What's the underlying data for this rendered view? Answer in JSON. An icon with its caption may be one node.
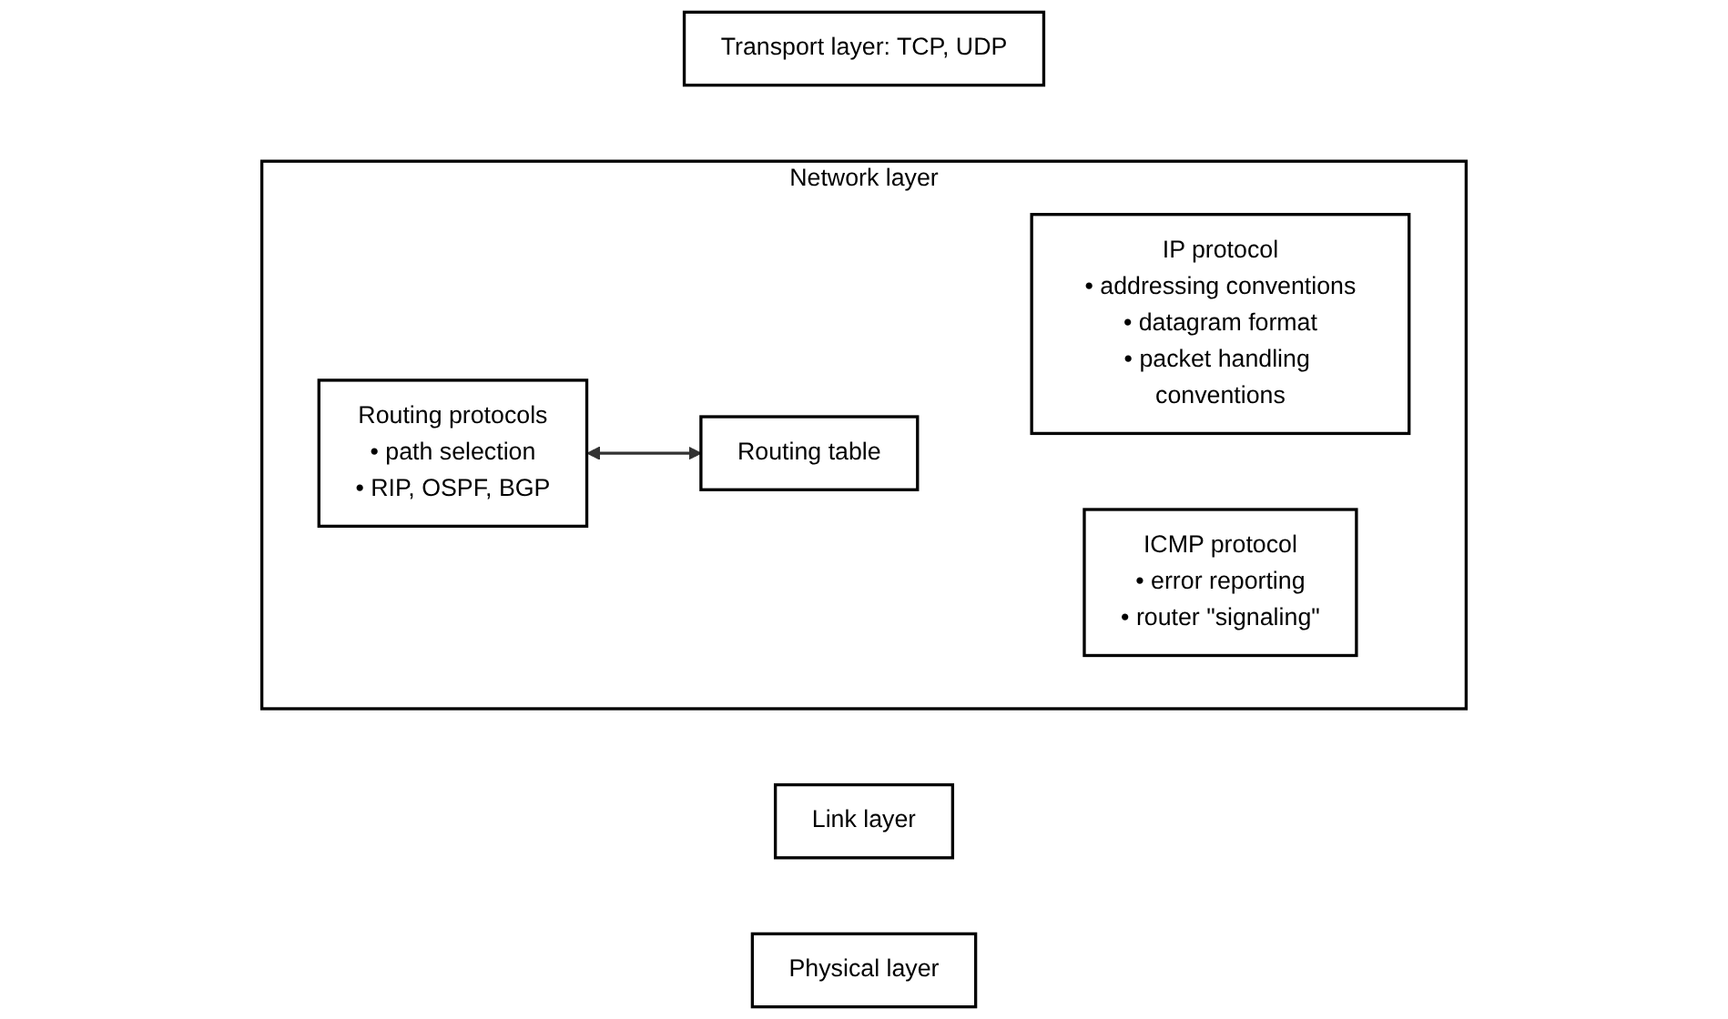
{
  "diagram": {
    "nodes": [
      {
        "text": [
          "Transport layer: TCP, UDP"
        ]
      },
      {
        "text": [
          "Network layer"
        ]
      },
      {
        "text": [
          "Routing protocols",
          "• path selection",
          "• RIP, OSPF, BGP"
        ],
        "in": 1
      },
      {
        "text": [
          "Routing table"
        ],
        "in": 1
      },
      {
        "text": [
          "IP protocol",
          "• addressing conventions",
          "• datagram format",
          "• packet handling conventions"
        ],
        "in": 1
      },
      {
        "text": [
          "ICMP protocol",
          "• error reporting",
          "• router \"signaling\""
        ],
        "in": 1
      },
      {
        "text": [
          "Link layer"
        ]
      },
      {
        "text": [
          "Physical layer"
        ]
      }
    ],
    "edges": [
      {
        "from": 2,
        "to": 3,
        "arrow": "both"
      }
    ]
  }
}
